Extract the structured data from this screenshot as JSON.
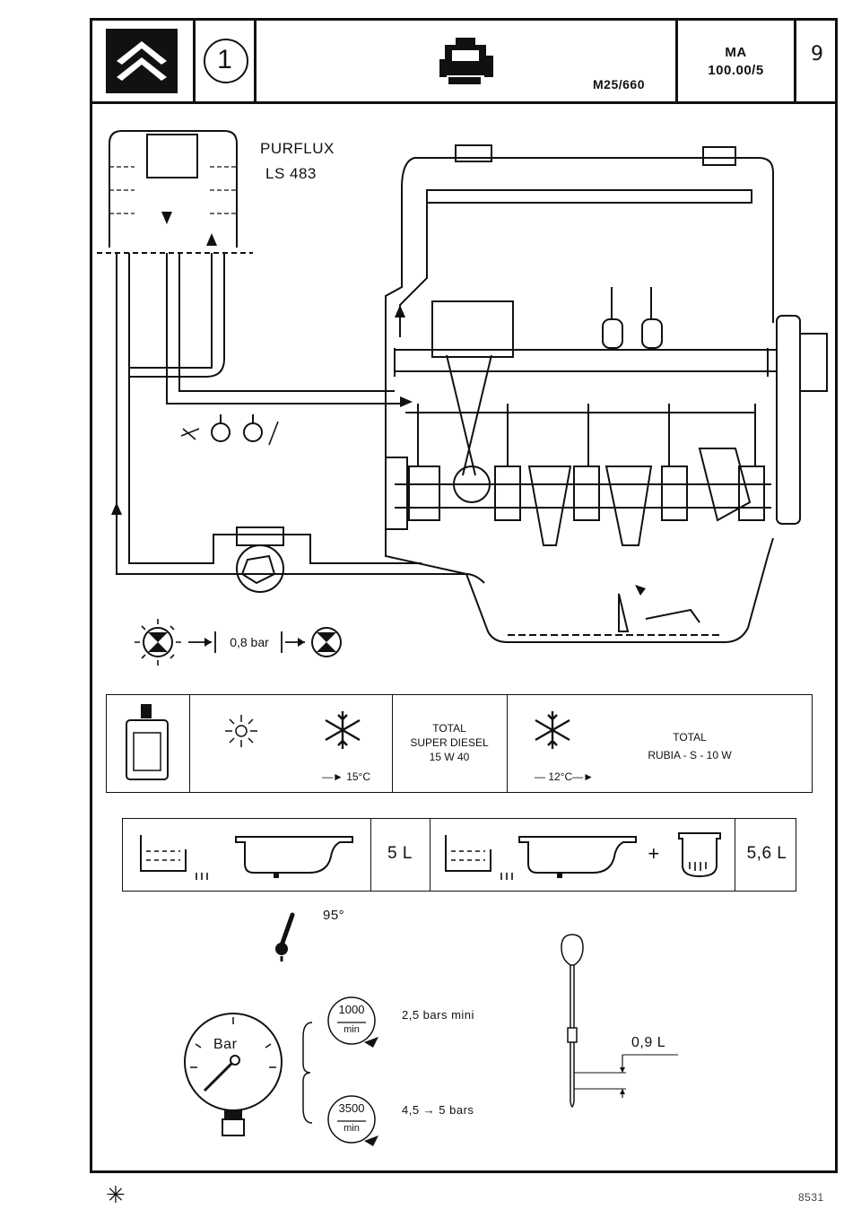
{
  "header": {
    "ref_top": "MA",
    "ref_bottom": "100.00/5",
    "page": "9",
    "code": "M25/660",
    "section_number": "1"
  },
  "filter": {
    "brand": "PURFLUX",
    "model": "LS 483"
  },
  "warning": {
    "pressure": "0,8 bar"
  },
  "oil_table": {
    "summer_temp": "15°C",
    "summer_oil": [
      "TOTAL",
      "SUPER DIESEL",
      "15 W 40"
    ],
    "winter_temp": "12°C",
    "winter_oil": [
      "TOTAL",
      "RUBIA - S - 10 W"
    ]
  },
  "capacity": {
    "without_filter": "5 L",
    "with_filter": "5,6 L",
    "plus": "+"
  },
  "temperature": "95°",
  "pressure": {
    "gauge_unit": "Bar",
    "rpm_low": "1000",
    "rpm_high": "3500",
    "rpm_unit": "min",
    "low_value": "2,5 bars mini",
    "high_value": "4,5 → 5 bars"
  },
  "dipstick": {
    "value": "0,9 L"
  },
  "footer": {
    "symbol": "✳",
    "number": "8531"
  },
  "colors": {
    "ink": "#111111",
    "paper": "#ffffff"
  }
}
